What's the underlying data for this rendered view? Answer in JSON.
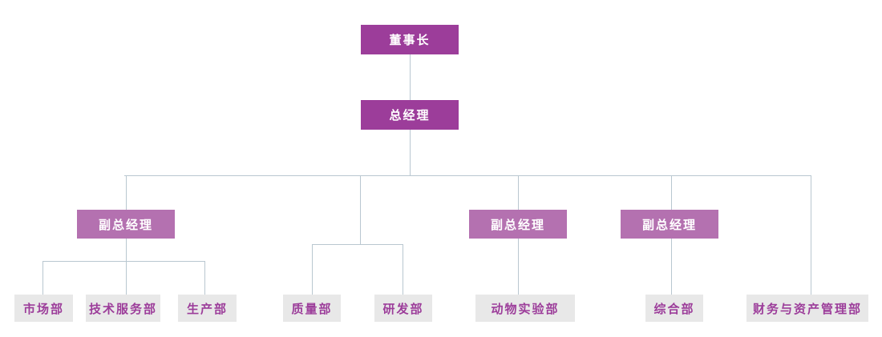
{
  "chart": {
    "type": "org-chart",
    "title": "",
    "nodes": {
      "chairman": {
        "label": "董事长",
        "level": 1
      },
      "general_manager": {
        "label": "总经理",
        "level": 2
      },
      "deputy_gm_1": {
        "label": "副总经理",
        "level": 3
      },
      "deputy_gm_2": {
        "label": "副总经理",
        "level": 3
      },
      "deputy_gm_3": {
        "label": "副总经理",
        "level": 3
      },
      "marketing": {
        "label": "市场部",
        "level": 4
      },
      "tech_service": {
        "label": "技术服务部",
        "level": 4
      },
      "production": {
        "label": "生产部",
        "level": 4
      },
      "quality": {
        "label": "质量部",
        "level": 4
      },
      "rnd": {
        "label": "研发部",
        "level": 4
      },
      "animal_lab": {
        "label": "动物实验部",
        "level": 4
      },
      "general_affairs": {
        "label": "综合部",
        "level": 4
      },
      "finance_assets": {
        "label": "财务与资产管理部",
        "level": 4
      }
    },
    "hierarchy": {
      "chairman": [
        "general_manager"
      ],
      "general_manager": [
        "deputy_gm_1",
        "quality_rnd_branch",
        "deputy_gm_2",
        "deputy_gm_3",
        "finance_assets"
      ],
      "deputy_gm_1": [
        "marketing",
        "tech_service",
        "production"
      ],
      "quality_rnd_branch": [
        "quality",
        "rnd"
      ],
      "deputy_gm_2": [
        "animal_lab"
      ],
      "deputy_gm_3": [
        "general_affairs"
      ]
    },
    "theme": {
      "executive_fill": "#9c3d9a",
      "deputy_fill": "#b471b0",
      "department_fill": "#e8e8e8",
      "executive_text": "#ffffff",
      "department_text": "#9c3d9a",
      "connector_color": "#b9c7d0",
      "background": "#ffffff"
    }
  }
}
